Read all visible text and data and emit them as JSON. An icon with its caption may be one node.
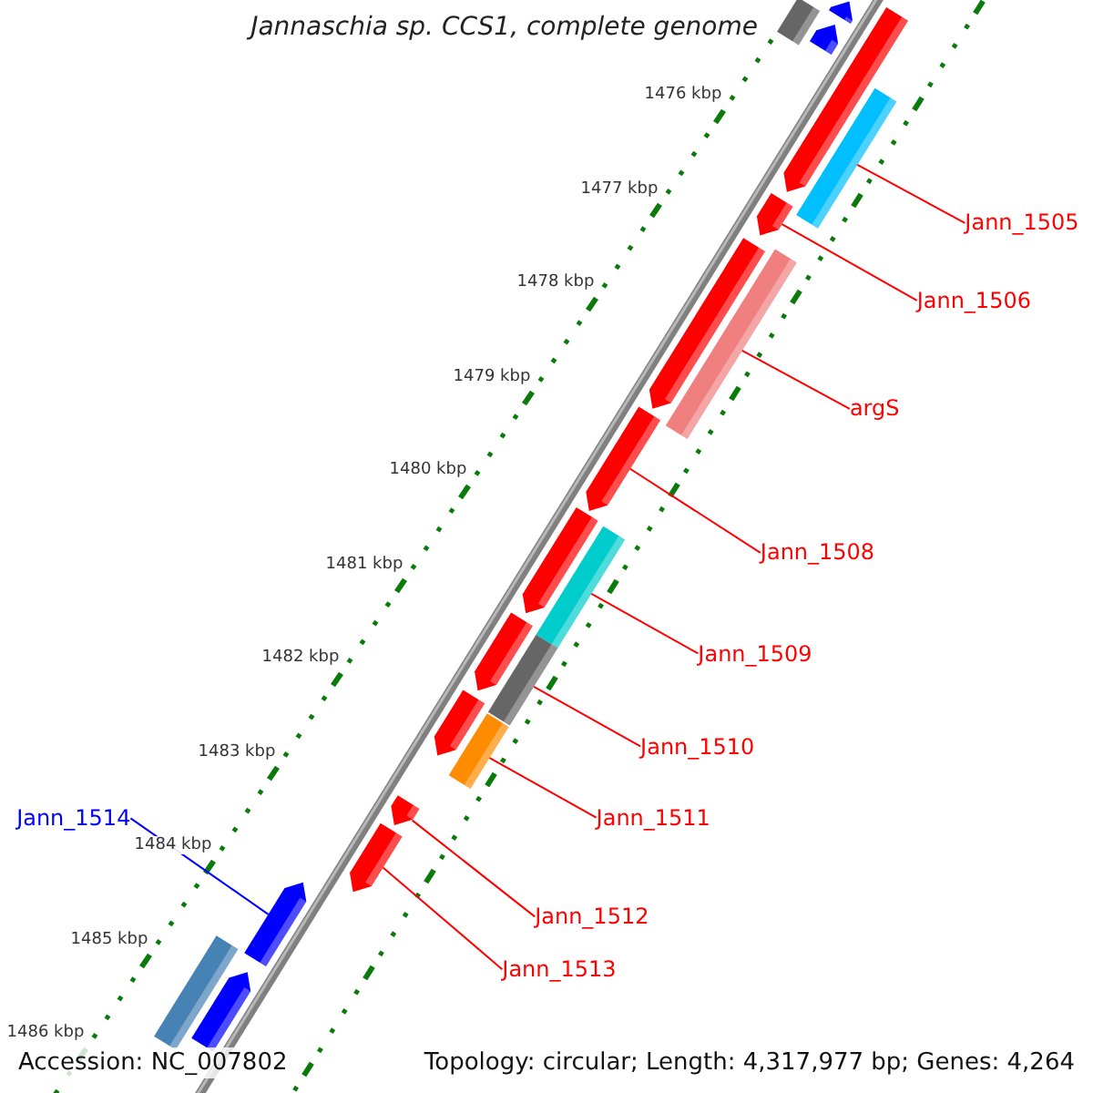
{
  "diagram": {
    "title": "Jannaschia sp. CCS1, complete genome",
    "nodes": [
      {
        "text": [
          "Jann_1505"
        ]
      },
      {
        "text": [],
        "shape": "bar"
      },
      {
        "text": [
          "Jann_1506"
        ]
      },
      {
        "text": [],
        "shape": "pentagon"
      },
      {
        "text": [
          "argS"
        ]
      },
      {
        "text": [],
        "shape": "bar"
      },
      {
        "text": [
          "Jann_1508"
        ]
      },
      {
        "text": [],
        "shape": "pentagon"
      },
      {
        "text": [
          "Jann_1509"
        ]
      },
      {
        "text": [],
        "shape": "bar"
      },
      {
        "text": [
          "Jann_1510"
        ]
      },
      {
        "text": [],
        "shape": "bar"
      },
      {
        "text": [
          "Jann_1511"
        ]
      },
      {
        "text": [],
        "shape": "bar"
      },
      {
        "text": [
          "Jann_1514"
        ]
      },
      {
        "text": [],
        "shape": "pentagon"
      },
      {
        "text": [
          "Jann_1512"
        ]
      },
      {
        "text": [],
        "shape": "pentagon"
      },
      {
        "text": [
          "Jann_1513"
        ]
      },
      {
        "text": [],
        "shape": "pentagon"
      },
      {
        "text": [],
        "shape": "pentagon"
      },
      {
        "text": [],
        "shape": "pentagon"
      },
      {
        "text": [],
        "shape": "bar"
      },
      {
        "text": [],
        "shape": "pentagon"
      },
      {
        "text": [],
        "shape": "pentagon"
      },
      {
        "text": [],
        "shape": "pentagon"
      },
      {
        "text": [],
        "shape": "pentagon"
      },
      {
        "text": [],
        "shape": "pentagon"
      },
      {
        "text": [],
        "shape": "bar"
      },
      {
        "text": [],
        "shape": "pentagon"
      }
    ],
    "edges": [
      {
        "from": 0,
        "to": 1,
        "arrow": "none"
      },
      {
        "from": 2,
        "to": 3,
        "arrow": "none"
      },
      {
        "from": 4,
        "to": 5,
        "arrow": "none"
      },
      {
        "from": 6,
        "to": 7,
        "arrow": "none"
      },
      {
        "from": 8,
        "to": 9,
        "arrow": "none"
      },
      {
        "from": 10,
        "to": 11,
        "arrow": "none"
      },
      {
        "from": 12,
        "to": 13,
        "arrow": "none"
      },
      {
        "from": 14,
        "to": 15,
        "arrow": "none",
        "color": "#0000ff"
      },
      {
        "from": 16,
        "to": 17,
        "arrow": "none"
      },
      {
        "from": 18,
        "to": 19,
        "arrow": "none"
      }
    ],
    "labels": [
      "1476 kbp",
      "1477 kbp",
      "1478 kbp",
      "1479 kbp",
      "1480 kbp",
      "1481 kbp",
      "1482 kbp",
      "1483 kbp",
      "1484 kbp",
      "1485 kbp",
      "1486 kbp",
      "Accession: NC_007802",
      "Topology: circular; Length: 4,317,977 bp; Genes: 4,264"
    ]
  }
}
